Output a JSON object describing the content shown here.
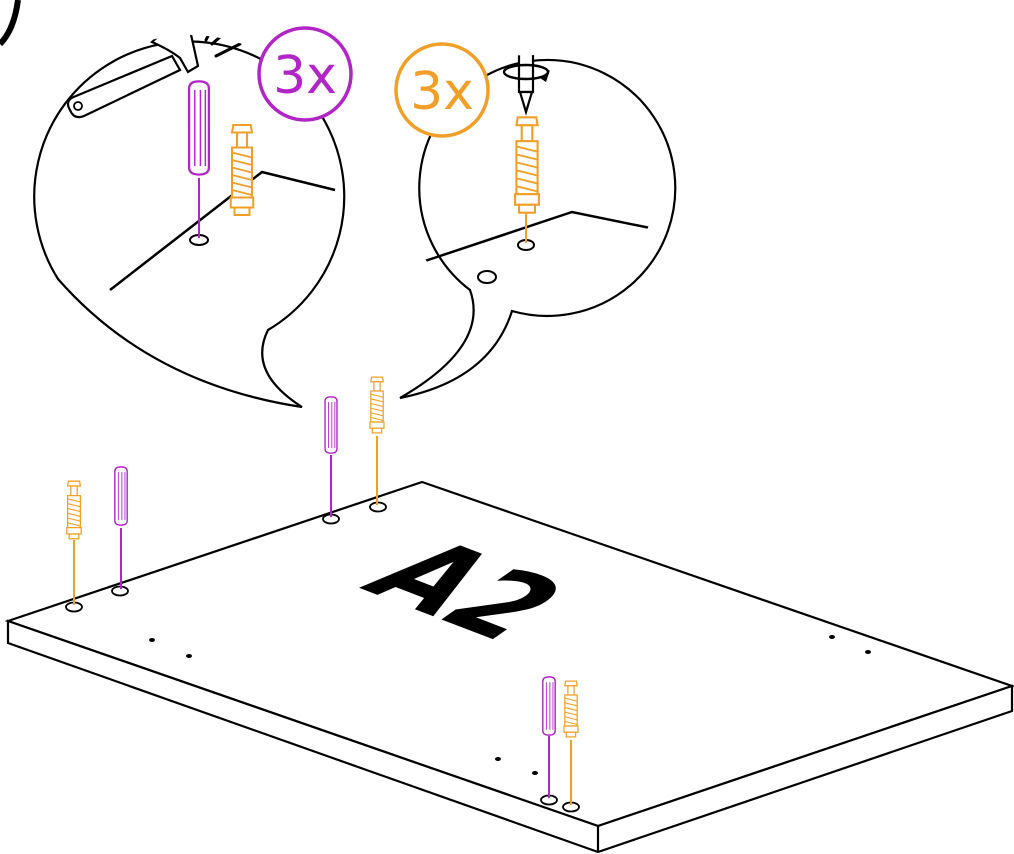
{
  "diagram": {
    "part_label": "A2",
    "callouts": [
      {
        "quantity": "3x",
        "part": "wooden-dowel",
        "tool": "hammer",
        "color": "#b125c6"
      },
      {
        "quantity": "3x",
        "part": "cam-lock-bolt",
        "tool": "screwdriver",
        "color": "#f0a028"
      }
    ]
  },
  "colors": {
    "line": "#000000",
    "dowel": "#b125c6",
    "bolt": "#f0a028",
    "background": "#ffffff"
  },
  "icons": [
    "hammer-icon",
    "screwdriver-icon",
    "dowel-icon",
    "cam-bolt-icon"
  ]
}
